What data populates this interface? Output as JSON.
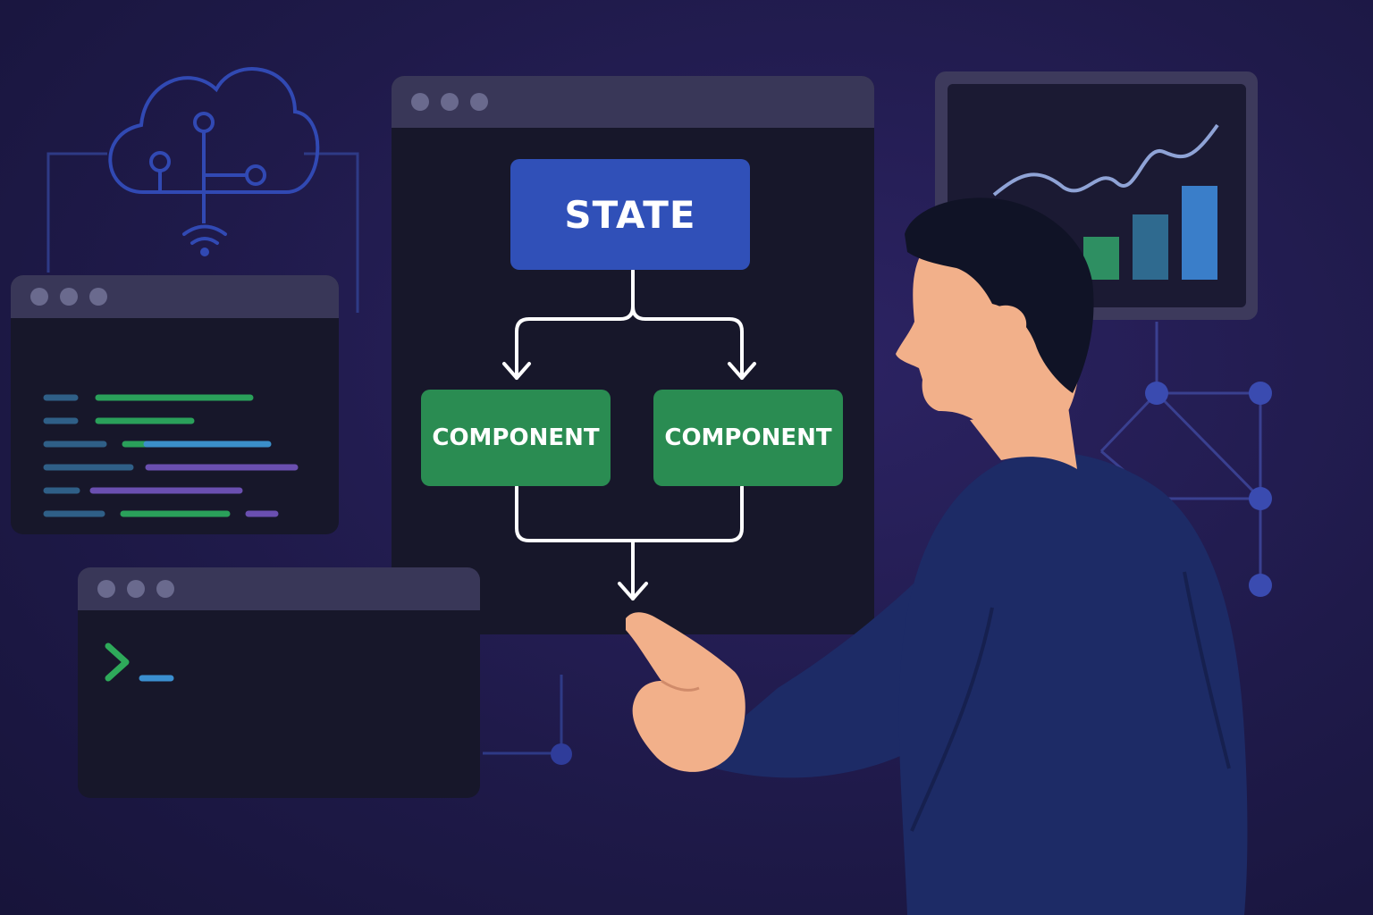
{
  "diagram": {
    "state_label": "STATE",
    "component_left_label": "COMPONENT",
    "component_right_label": "COMPONENT"
  },
  "colors": {
    "background": "#1f1a4a",
    "state_node": "#3050b8",
    "component_node": "#2a8c52",
    "window_body": "#17172a",
    "window_bar": "#393758",
    "connector": "#ffffff",
    "chart_line": "#8fa3d6",
    "chart_bar_green": "#2e8f62",
    "chart_bar_blue": "#3a7ec9",
    "terminal_prompt": "#2eaa5a",
    "terminal_cursor": "#3b8fd0",
    "skin": "#f2b08a",
    "hair": "#101326",
    "sweater": "#1d2b66"
  },
  "icons": [
    "cloud-icon",
    "wifi-icon",
    "terminal-prompt-icon",
    "code-lines-icon",
    "chart-icon",
    "network-graph-icon"
  ]
}
